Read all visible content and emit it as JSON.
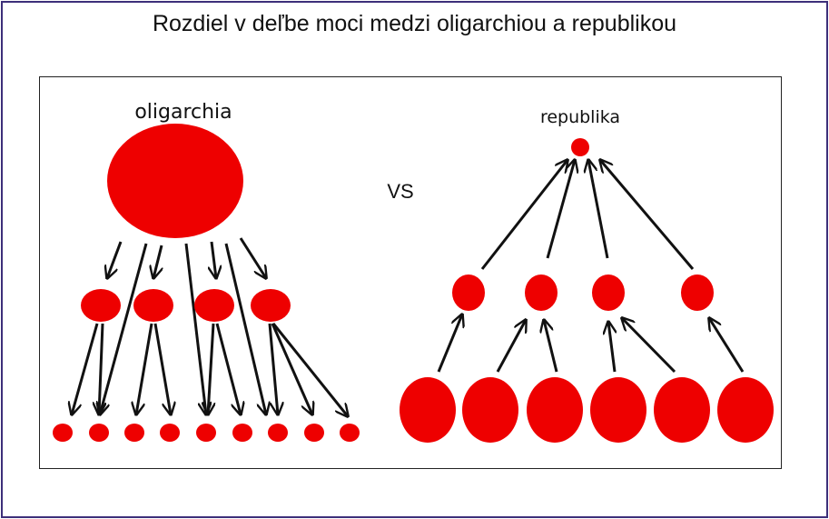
{
  "title": "Rozdiel v deľbe moci medzi oligarchiou a republikou",
  "left": {
    "label": "oligarchia"
  },
  "right": {
    "label": "republika"
  },
  "separator": "VS",
  "colors": {
    "node": "#ee0000",
    "arrow": "#111111",
    "frame": "#3d2f7a"
  }
}
